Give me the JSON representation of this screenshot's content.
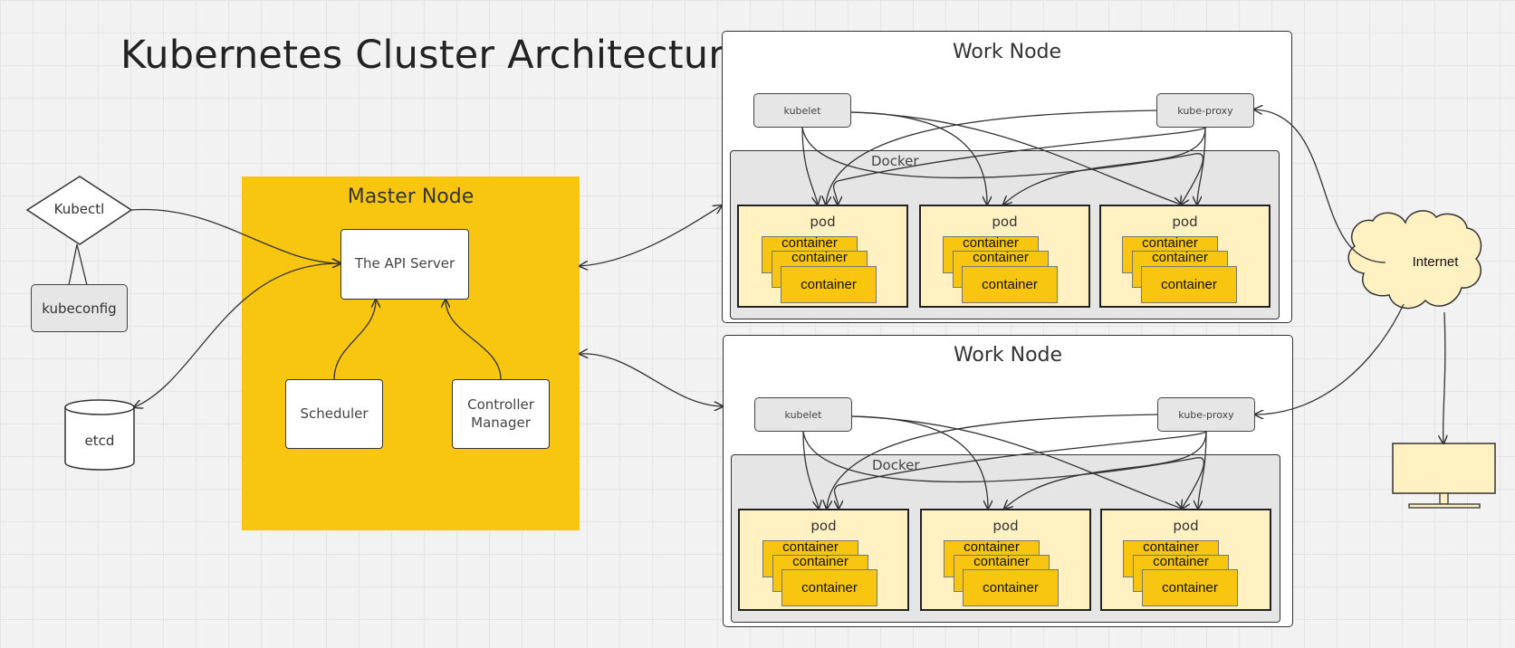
{
  "title": "Kubernetes Cluster Architecture",
  "client": {
    "kubectl": "Kubectl",
    "kubeconfig": "kubeconfig",
    "etcd": "etcd"
  },
  "master": {
    "label": "Master Node",
    "api_server": "The API Server",
    "scheduler": "Scheduler",
    "controller_manager": "Controller Manager"
  },
  "work_nodes": [
    {
      "label": "Work Node",
      "kubelet": "kubelet",
      "kube_proxy": "kube-proxy",
      "docker": "Docker",
      "pods": [
        {
          "label": "pod",
          "container": "container"
        },
        {
          "label": "pod",
          "container": "container"
        },
        {
          "label": "pod",
          "container": "container"
        }
      ]
    },
    {
      "label": "Work Node",
      "kubelet": "kubelet",
      "kube_proxy": "kube-proxy",
      "docker": "Docker",
      "pods": [
        {
          "label": "pod",
          "container": "container"
        },
        {
          "label": "pod",
          "container": "container"
        },
        {
          "label": "pod",
          "container": "container"
        }
      ]
    }
  ],
  "internet": "Internet",
  "colors": {
    "accent": "#f8c511",
    "pod_fill": "#fff1c1",
    "cloud_fill": "#fff1c1",
    "docker_fill": "#e5e5e5",
    "background": "#f2f2f2"
  }
}
